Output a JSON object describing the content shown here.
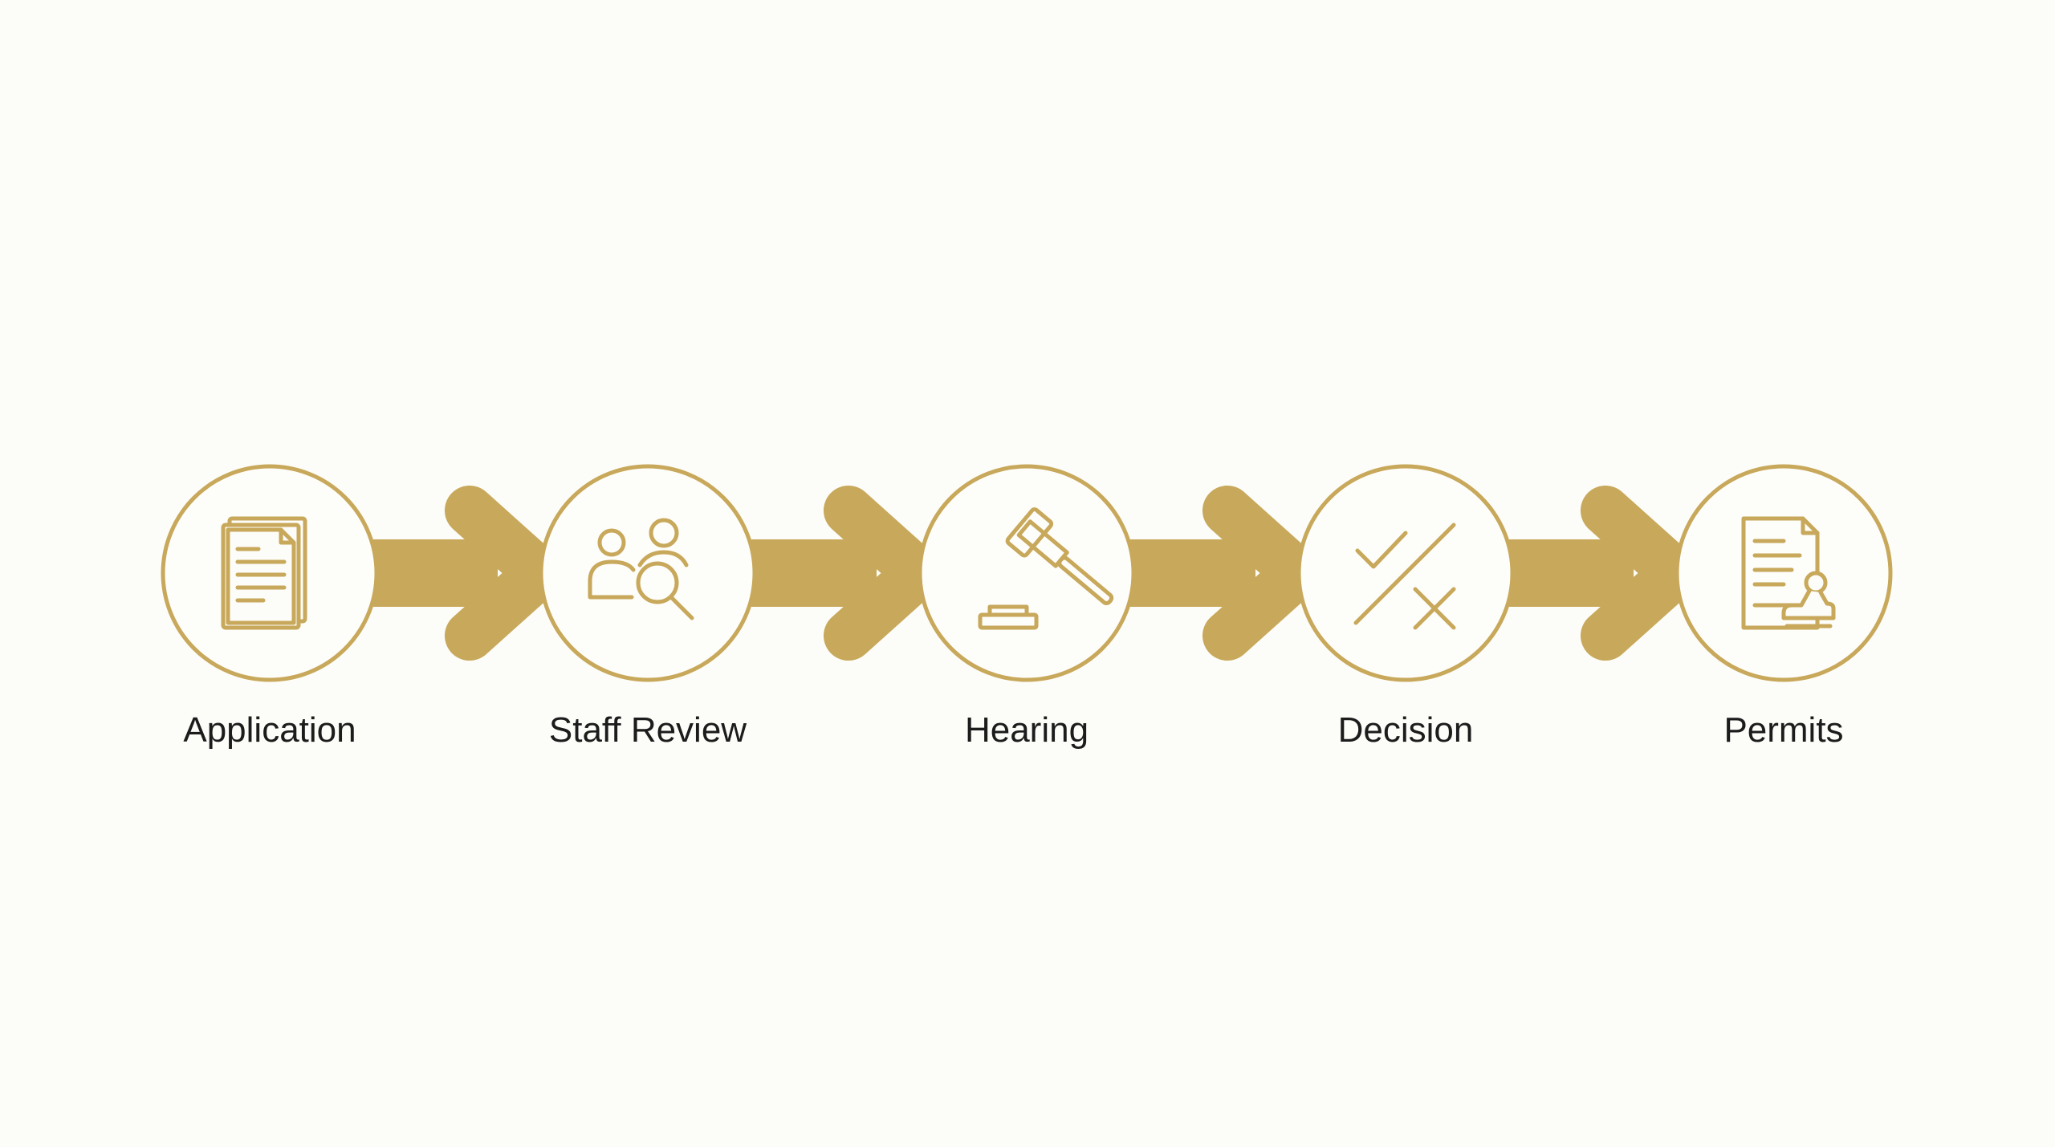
{
  "accent_color": "#c8a85a",
  "steps": [
    {
      "label": "Application",
      "icon": "document-stack-icon"
    },
    {
      "label": "Staff Review",
      "icon": "people-search-icon"
    },
    {
      "label": "Hearing",
      "icon": "gavel-icon"
    },
    {
      "label": "Decision",
      "icon": "check-cross-icon"
    },
    {
      "label": "Permits",
      "icon": "document-stamp-icon"
    }
  ]
}
